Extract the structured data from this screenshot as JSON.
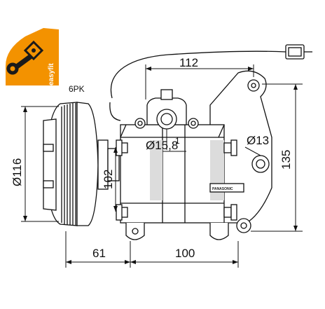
{
  "logo": {
    "text": "easyfit",
    "colors": {
      "badge": "#f39200",
      "tool": "#1a1a1a"
    }
  },
  "labels": {
    "belt": "6PK",
    "brand": "PANASONIC",
    "pin_mark": "1"
  },
  "dimensions": {
    "width_top": "112",
    "height_right": "135",
    "port_suction": "Ø15,8",
    "port_discharge": "Ø13",
    "mount_height": "102",
    "pulley_diameter": "Ø116",
    "pulley_offset": "61",
    "body_length": "100"
  },
  "colors": {
    "line": "#111111",
    "shade": "#dcdcdc",
    "fill": "#ffffff"
  }
}
